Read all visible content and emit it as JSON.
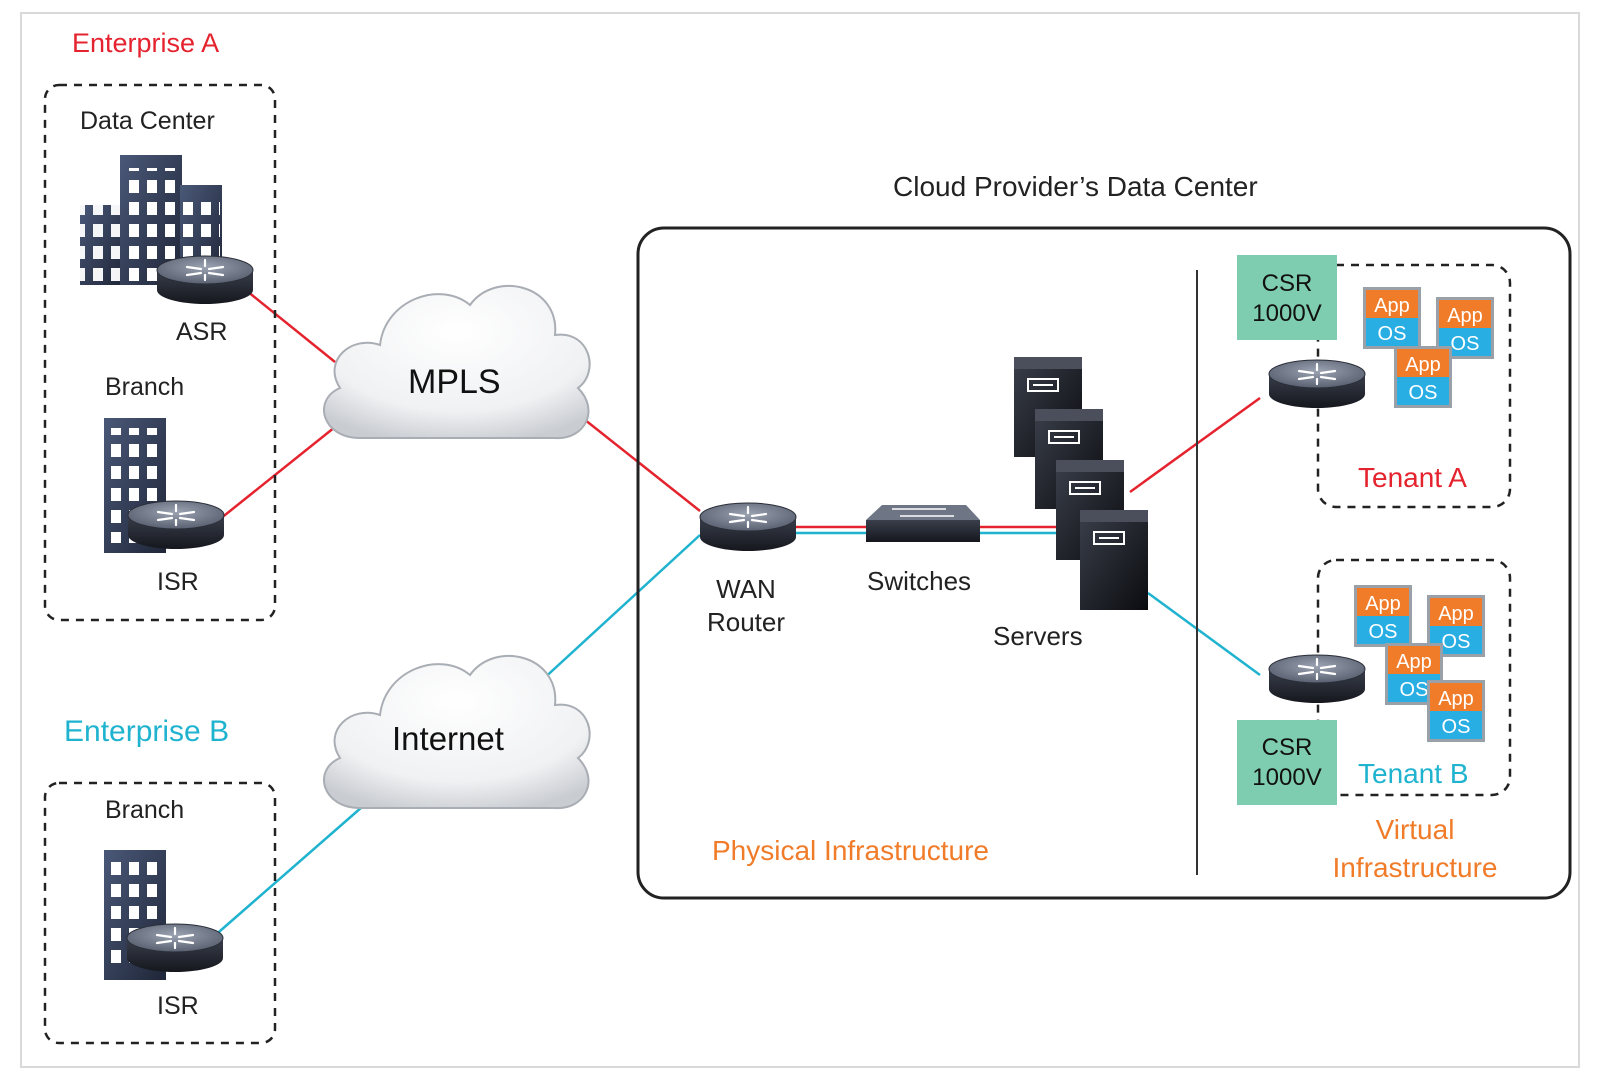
{
  "enterprise_a": {
    "title": "Enterprise A",
    "data_center_label": "Data Center",
    "asr_label": "ASR",
    "branch_label": "Branch",
    "isr_label": "ISR"
  },
  "enterprise_b": {
    "title": "Enterprise B",
    "branch_label": "Branch",
    "isr_label": "ISR"
  },
  "clouds": {
    "mpls_label": "MPLS",
    "internet_label": "Internet"
  },
  "provider": {
    "title": "Cloud Provider’s Data Center",
    "wan_router_line1": "WAN",
    "wan_router_line2": "Router",
    "switches_label": "Switches",
    "servers_label": "Servers",
    "physical_label": "Physical Infrastructure",
    "virtual_label_line1": "Virtual",
    "virtual_label_line2": "Infrastructure"
  },
  "tenants": {
    "a": {
      "label": "Tenant A",
      "csr_line1": "CSR",
      "csr_line2": "1000V"
    },
    "b": {
      "label": "Tenant B",
      "csr_line1": "CSR",
      "csr_line2": "1000V"
    }
  },
  "vm": {
    "app": "App",
    "os": "OS"
  },
  "colors": {
    "enterprise_a": "#e5232e",
    "enterprise_b": "#1fb3cf",
    "infrastructure": "#f07c2a",
    "csr_box": "#7fcdb1",
    "app_tile": "#f07c2a",
    "os_tile": "#29aee4"
  }
}
